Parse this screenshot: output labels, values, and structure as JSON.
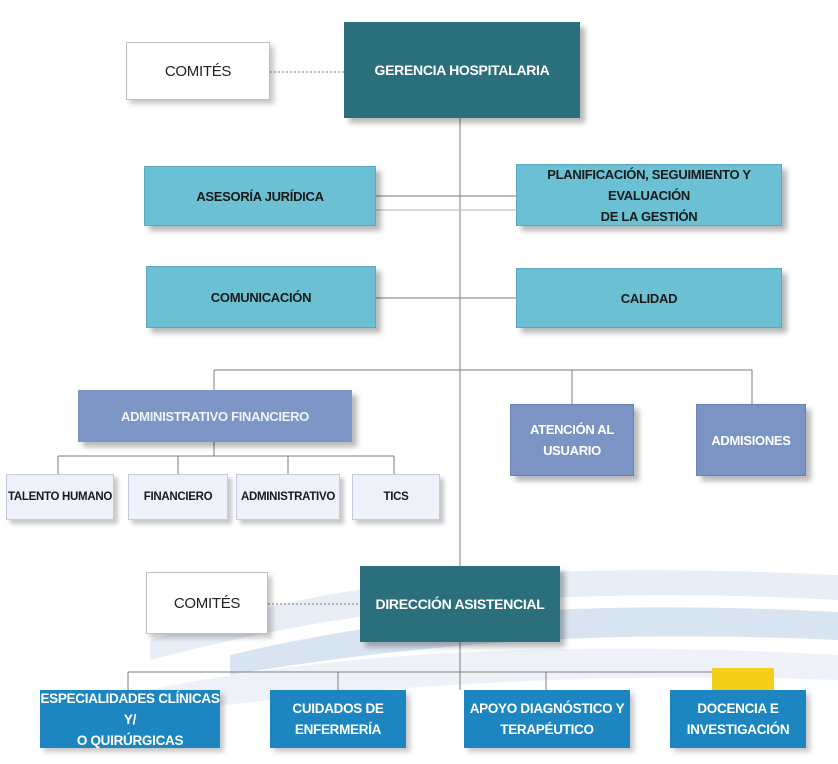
{
  "colors": {
    "dark": "#2c6f7c",
    "teal": "#6cc0d4",
    "slate": "#7b94c4",
    "pale": "#eef1f8",
    "bright_blue": "#1d86c0",
    "line": "#7d7d7d"
  },
  "top": {
    "comites": "COMITÉS",
    "gerencia": "GERENCIA HOSPITALARIA"
  },
  "advisory": {
    "asesoria": "ASESORÍA JURÍDICA",
    "planificacion": "PLANIFICACIÓN, SEGUIMIENTO Y EVALUACIÓN\nDE LA GESTIÓN",
    "comunicacion": "COMUNICACIÓN",
    "calidad": "CALIDAD"
  },
  "support": {
    "administrativo_financiero": "ADMINISTRATIVO FINANCIERO",
    "atencion_usuario": "ATENCIÓN AL\nUSUARIO",
    "admisiones": "ADMISIONES",
    "talento_humano": "TALENTO HUMANO",
    "financiero": "FINANCIERO",
    "administrativo": "ADMINISTRATIVO",
    "tics": "TICS"
  },
  "clinical": {
    "comites": "COMITÉS",
    "direccion": "DIRECCIÓN ASISTENCIAL",
    "especialidades": "ESPECIALIDADES CLÍNICAS Y/\nO QUIRÚRGICAS",
    "cuidados": "CUIDADOS DE\nENFERMERÍA",
    "apoyo": "APOYO DIAGNÓSTICO Y\nTERAPÉUTICO",
    "docencia": "DOCENCIA E\nINVESTIGACIÓN"
  },
  "decoration": {
    "flag_icon": "ecuador-flag-icon",
    "swoosh": "background-swoosh"
  }
}
